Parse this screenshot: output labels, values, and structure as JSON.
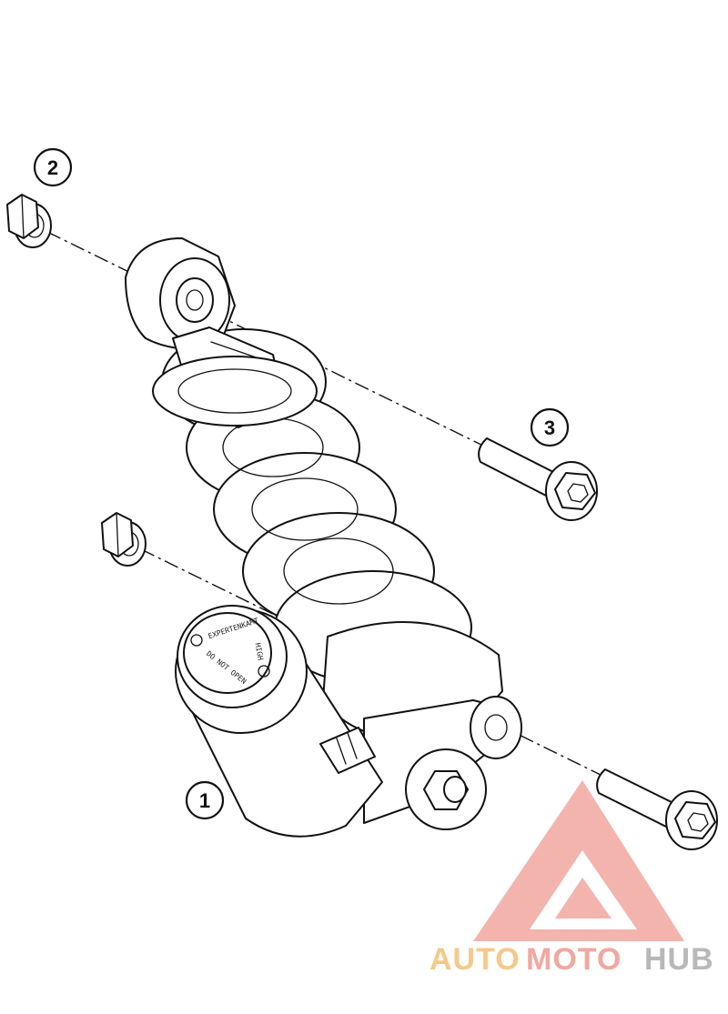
{
  "callouts": {
    "item_1": "1",
    "item_2": "2",
    "item_3": "3"
  },
  "reservoir_cap": {
    "line_1": "EXPERTENKAMT",
    "line_2": "DO NOT OPEN",
    "line_3": "HIGH"
  },
  "watermark": {
    "part_1": "AUTO",
    "part_2": "MOTO",
    "part_3": "HUB",
    "color_1": "#f5c98a",
    "color_2": "#f2a7a0",
    "color_3": "#b8b8b8"
  }
}
